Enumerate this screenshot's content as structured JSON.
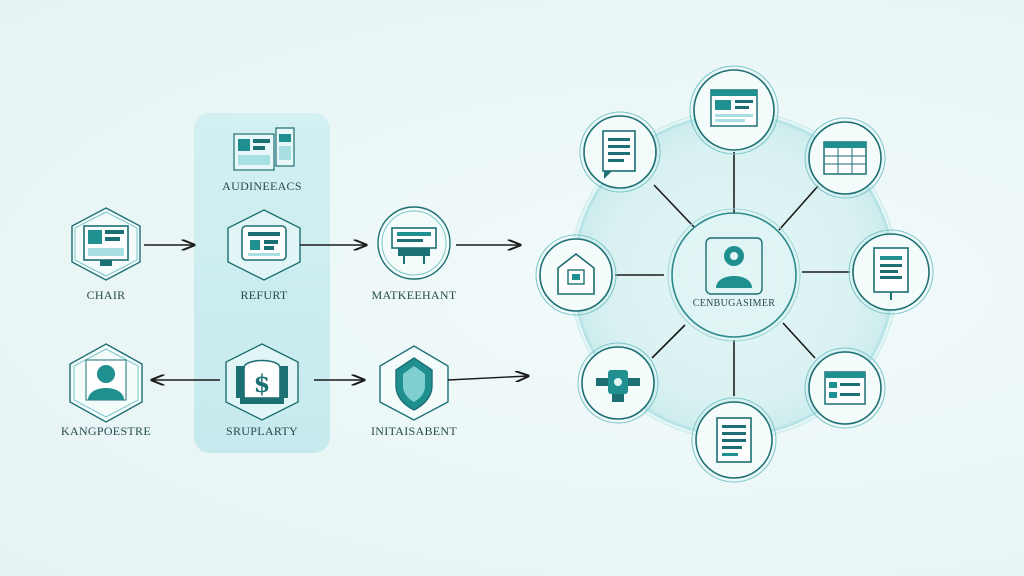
{
  "labels": {
    "audience": "AUDINEEACS",
    "chair": "CHAIR",
    "refurt": "REFURT",
    "market": "MATKEEHANT",
    "consumer": "KANGPOESTRE",
    "sruplarty": "SRUPLARTY",
    "intaisabent": "INITAISABENT",
    "center": "CENBUGASIMER"
  },
  "icons": {
    "audience": "dashboard-screens-icon",
    "chair": "monitor-dashboard-icon",
    "refurt": "report-card-icon",
    "market": "desk-device-icon",
    "consumer": "user-avatar-icon",
    "sruplarty": "money-bag-icon",
    "intaisabent": "shield-icon",
    "center": "customer-person-icon",
    "hub_top": "browser-window-icon",
    "hub_top_right": "spreadsheet-icon",
    "hub_right": "document-frame-icon",
    "hub_bottom_right": "calendar-list-icon",
    "hub_bottom": "checklist-icon",
    "hub_bottom_left": "machinery-icon",
    "hub_left": "package-box-icon",
    "hub_top_left": "document-icon"
  },
  "colors": {
    "teal": "#1f8f8f",
    "teal_dark": "#1c6f73",
    "teal_light": "#a8dfe2",
    "panel": "#c6ecee",
    "arrow": "#1a1a1a",
    "text": "#244a4e",
    "background": "#eef8f8"
  }
}
